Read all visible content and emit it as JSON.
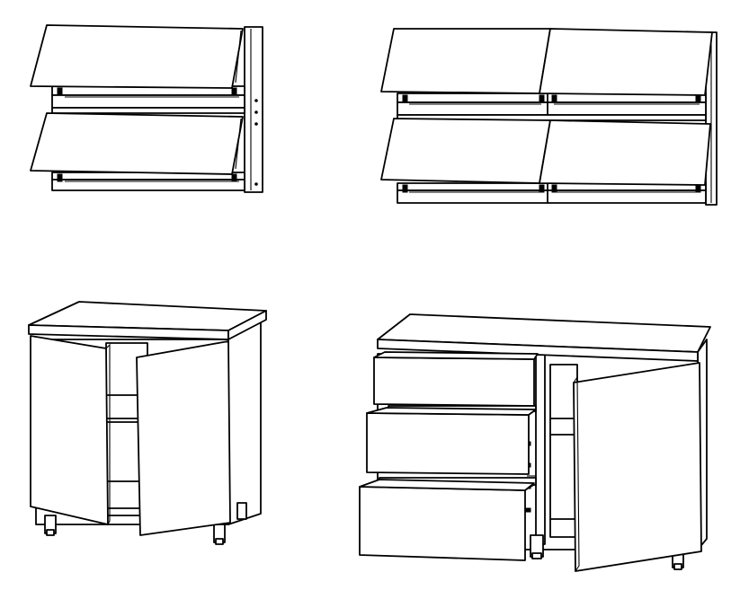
{
  "figure": {
    "colors": {
      "line": "#000000",
      "background": "#ffffff"
    },
    "items": [
      {
        "name": "wall-cabinet-single",
        "fronts": 2,
        "front_type": "lift-up"
      },
      {
        "name": "wall-cabinet-double",
        "fronts": 4,
        "front_type": "lift-up"
      },
      {
        "name": "base-cabinet-two-doors",
        "fronts": 2,
        "front_type": "hinged-door"
      },
      {
        "name": "base-cabinet-drawers-and-door",
        "drawers": 3,
        "doors": 1
      }
    ]
  }
}
